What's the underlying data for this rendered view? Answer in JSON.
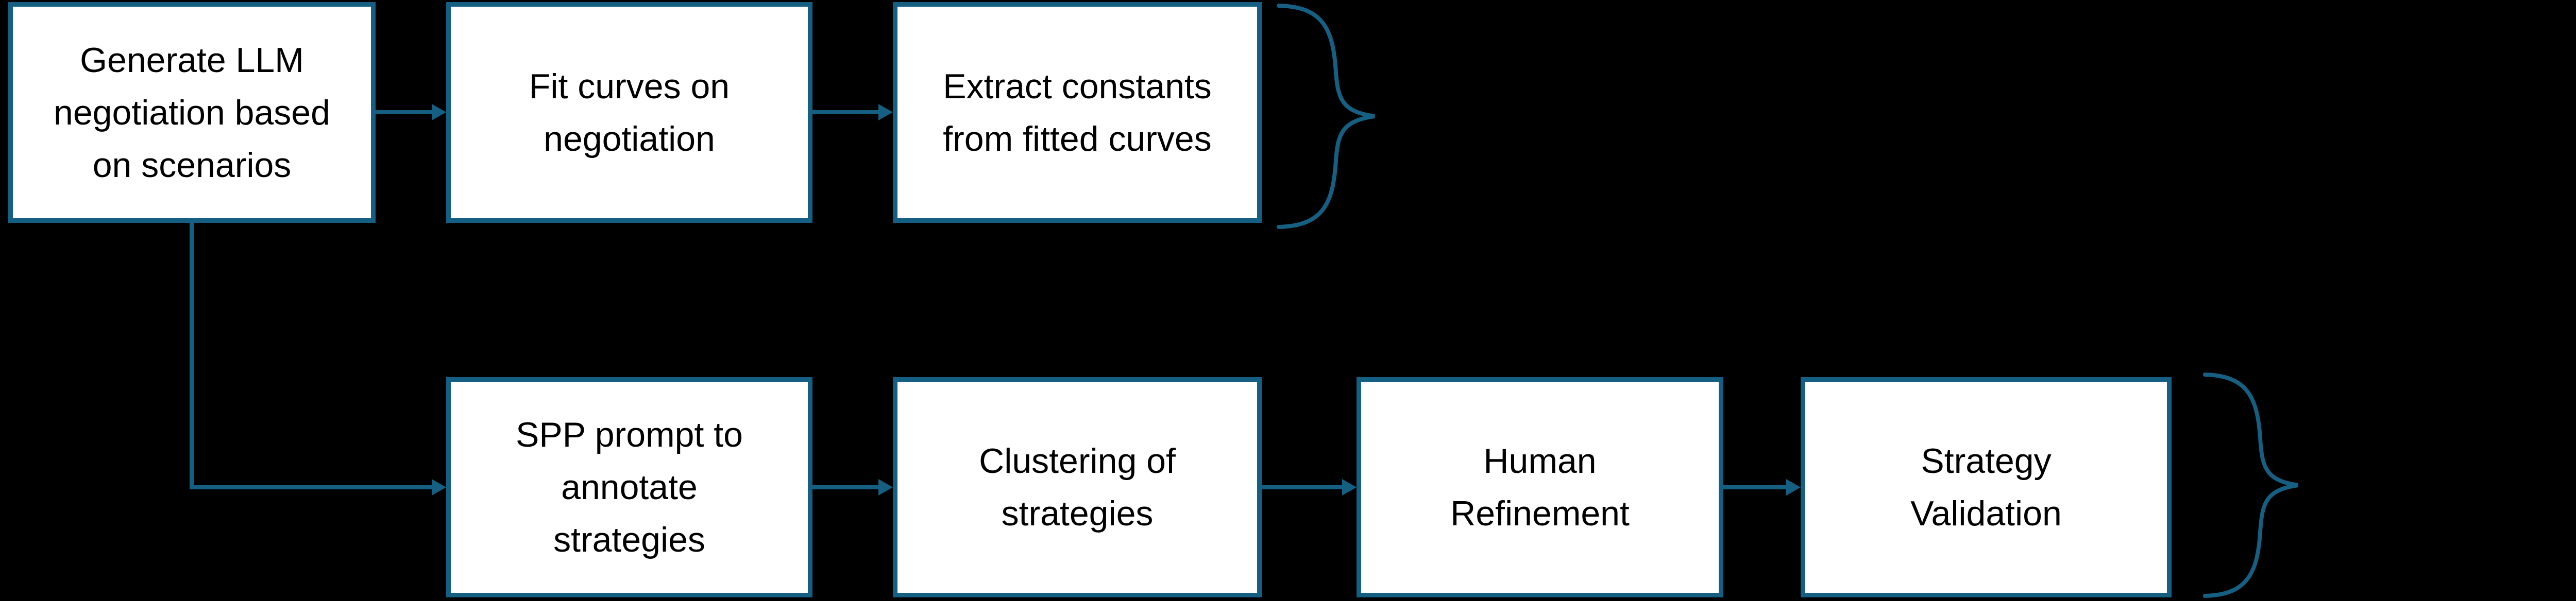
{
  "figure": {
    "type": "flowchart",
    "background_color": "#000000",
    "accent_color": "#156082",
    "box_fill": "#ffffff",
    "text_color": "#000000"
  },
  "steps": [
    {
      "id": "generate-negotiation",
      "label": "Generate LLM\nnegotiation based\non scenarios"
    },
    {
      "id": "fit-curves",
      "label": "Fit curves on\nnegotiation"
    },
    {
      "id": "extract-constants",
      "label": "Extract constants\nfrom fitted curves"
    },
    {
      "id": "spp-prompt",
      "label": "SPP prompt to\nannotate\nstrategies"
    },
    {
      "id": "clustering",
      "label": "Clustering of\nstrategies"
    },
    {
      "id": "human-refinement",
      "label": "Human\nRefinement"
    },
    {
      "id": "strategy-validation",
      "label": "Strategy\nValidation"
    }
  ]
}
